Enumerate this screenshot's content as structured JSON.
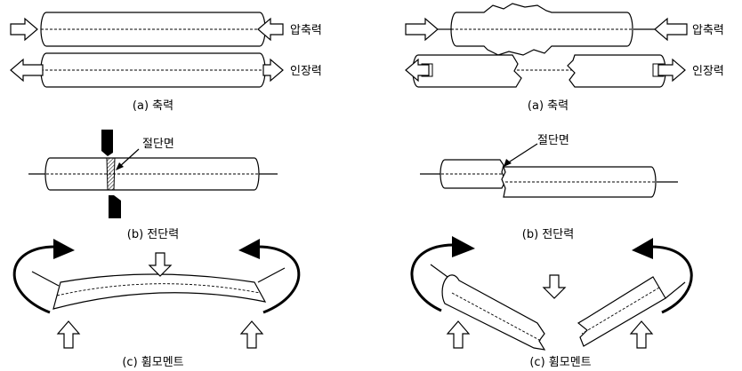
{
  "left": {
    "axial": {
      "compression": "압축력",
      "tension": "인장력",
      "caption": "(a) 축력"
    },
    "shear": {
      "plane": "절단면",
      "caption": "(b) 전단력"
    },
    "bending": {
      "caption": "(c) 휨모멘트"
    }
  },
  "right": {
    "axial": {
      "compression": "압축력",
      "tension": "인장력",
      "caption": "(a) 축력"
    },
    "shear": {
      "plane": "절단면",
      "caption": "(b) 전단력"
    },
    "bending": {
      "caption": "(c) 휨모멘트"
    }
  }
}
